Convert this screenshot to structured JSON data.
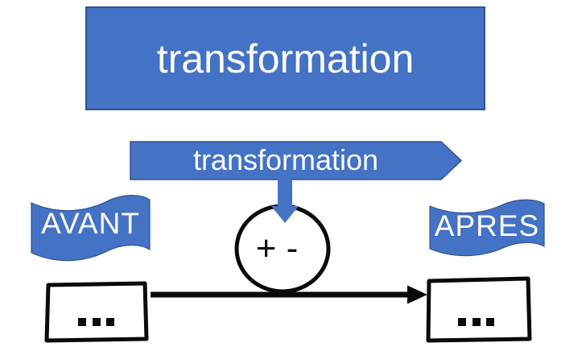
{
  "title_box": {
    "label": "transformation"
  },
  "process_arrow": {
    "label": "transformation"
  },
  "before_flag": {
    "label": "AVANT"
  },
  "after_flag": {
    "label": "APRES"
  },
  "junction_circle": {
    "label": "+ -"
  },
  "before_box": {
    "ellipsis": "..."
  },
  "after_box": {
    "ellipsis": "..."
  },
  "colors": {
    "shape_blue": "#4472C4",
    "shape_border": "#2F528F",
    "ink_black": "#0a0a0a",
    "text_white": "#FFFFFF"
  }
}
